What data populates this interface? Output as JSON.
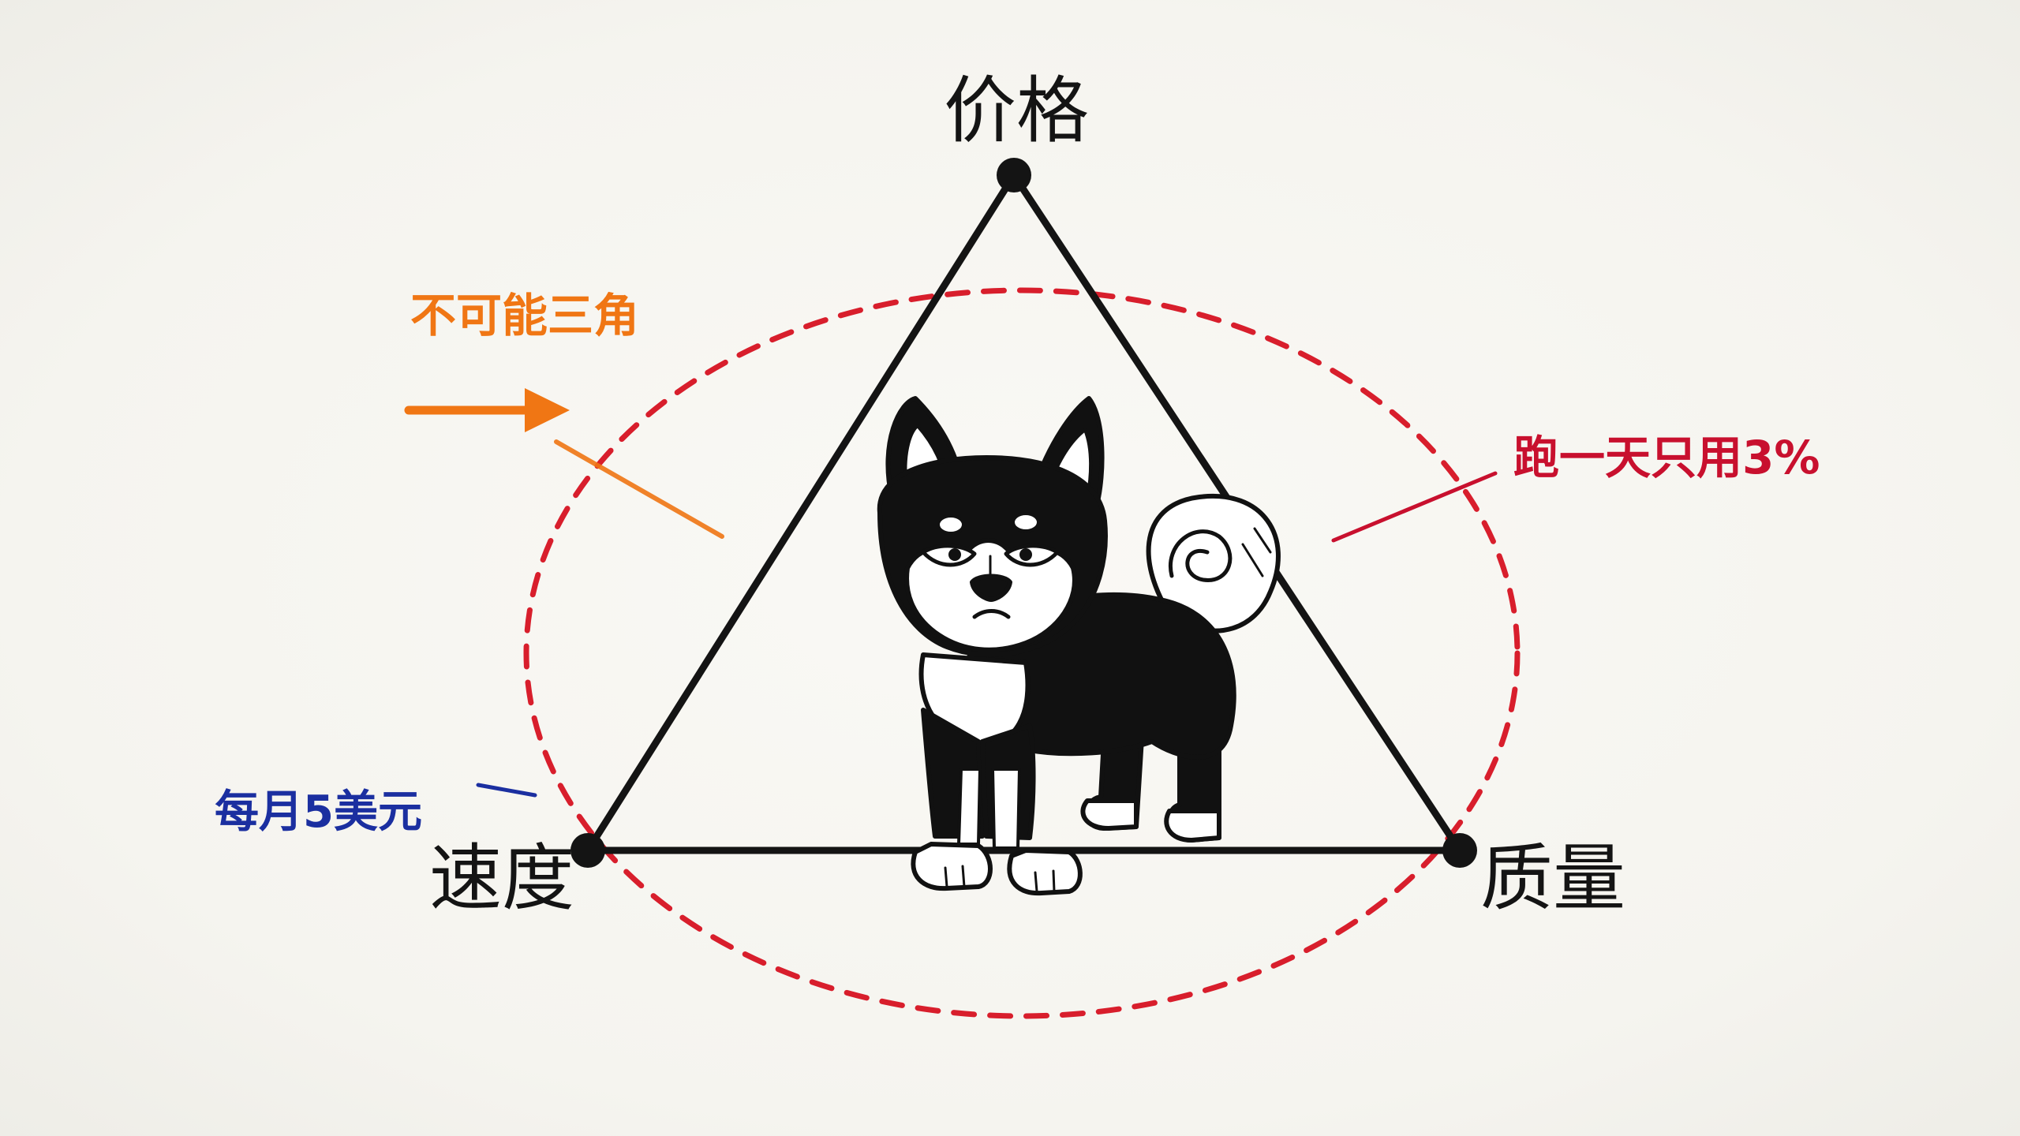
{
  "diagram": {
    "vertices": {
      "top": "价格",
      "left": "速度",
      "right": "质量"
    },
    "annotations": {
      "orange": "不可能三角",
      "red": "跑一天只用3%",
      "blue": "每月5美元"
    },
    "colors": {
      "triangle": "#141414",
      "ellipse": "#d81e2c",
      "orange": "#f07614",
      "red": "#c8102e",
      "blue": "#1b2fa0"
    },
    "center_illustration": "shiba-inu-dog"
  }
}
